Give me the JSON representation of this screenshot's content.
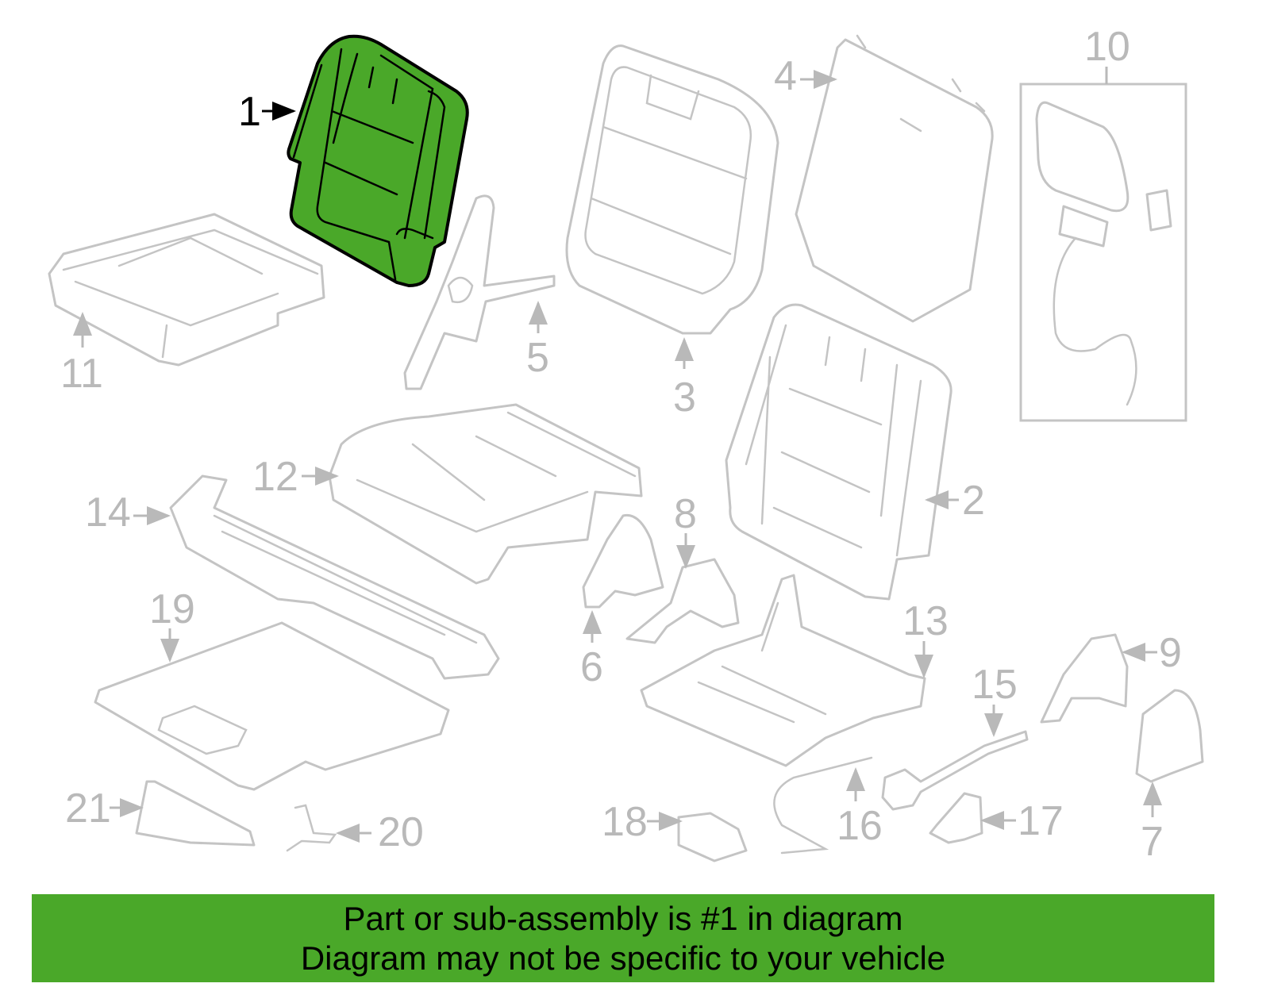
{
  "diagram": {
    "highlighted_part": "1",
    "highlight_color": "#4aa829",
    "labels": {
      "p1": "1",
      "p2": "2",
      "p3": "3",
      "p4": "4",
      "p5": "5",
      "p6": "6",
      "p7": "7",
      "p8": "8",
      "p9": "9",
      "p10": "10",
      "p11": "11",
      "p12": "12",
      "p13": "13",
      "p14": "14",
      "p15": "15",
      "p16": "16",
      "p17": "17",
      "p18": "18",
      "p19": "19",
      "p20": "20",
      "p21": "21"
    }
  },
  "banner": {
    "line1": "Part or sub-assembly is #1 in diagram",
    "line2": "Diagram may not be specific to your vehicle"
  }
}
